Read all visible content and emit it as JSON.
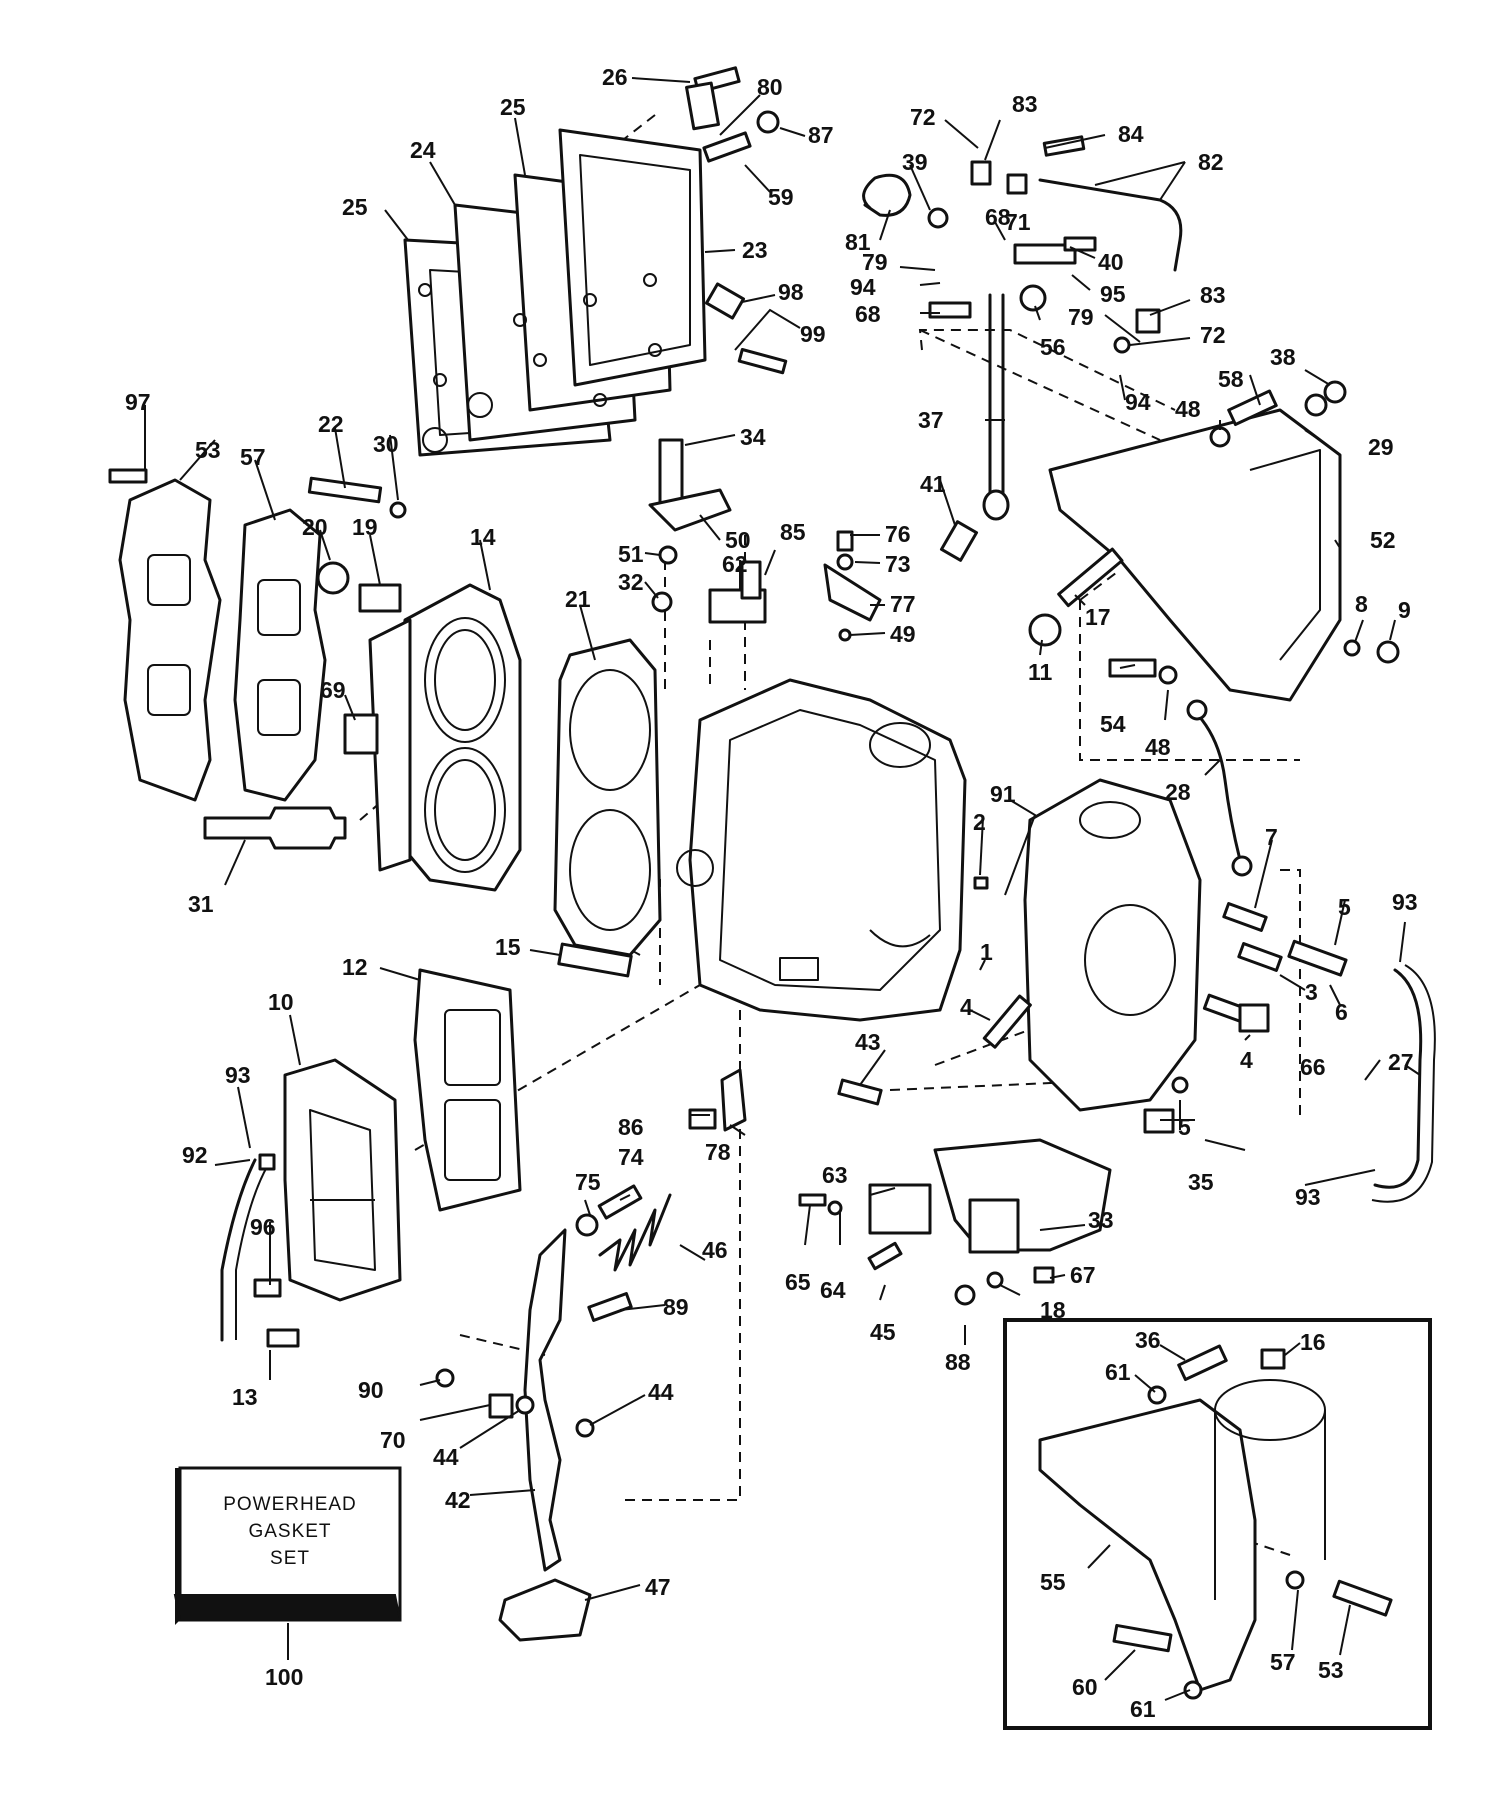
{
  "callouts": [
    {
      "id": "c1",
      "text": "26"
    },
    {
      "id": "c2",
      "text": "80"
    },
    {
      "id": "c3",
      "text": "87"
    },
    {
      "id": "c4",
      "text": "59"
    },
    {
      "id": "c5",
      "text": "25"
    },
    {
      "id": "c6",
      "text": "24"
    },
    {
      "id": "c7",
      "text": "25"
    },
    {
      "id": "c8",
      "text": "23"
    },
    {
      "id": "c9",
      "text": "98"
    },
    {
      "id": "c10",
      "text": "99"
    },
    {
      "id": "c11",
      "text": "72"
    },
    {
      "id": "c12",
      "text": "83"
    },
    {
      "id": "c13",
      "text": "84"
    },
    {
      "id": "c14",
      "text": "82"
    },
    {
      "id": "c15",
      "text": "39"
    },
    {
      "id": "c16",
      "text": "71"
    },
    {
      "id": "c17",
      "text": "81"
    },
    {
      "id": "c18",
      "text": "68"
    },
    {
      "id": "c19",
      "text": "40"
    },
    {
      "id": "c20",
      "text": "79"
    },
    {
      "id": "c21",
      "text": "94"
    },
    {
      "id": "c22",
      "text": "95"
    },
    {
      "id": "c23",
      "text": "68"
    },
    {
      "id": "c24",
      "text": "56"
    },
    {
      "id": "c25",
      "text": "83"
    },
    {
      "id": "c26",
      "text": "79"
    },
    {
      "id": "c27",
      "text": "72"
    },
    {
      "id": "c28",
      "text": "94"
    },
    {
      "id": "c29",
      "text": "37"
    },
    {
      "id": "c30",
      "text": "38"
    },
    {
      "id": "c31",
      "text": "58"
    },
    {
      "id": "c32",
      "text": "48"
    },
    {
      "id": "c33",
      "text": "29"
    },
    {
      "id": "c34",
      "text": "97"
    },
    {
      "id": "c35",
      "text": "53"
    },
    {
      "id": "c36",
      "text": "57"
    },
    {
      "id": "c37",
      "text": "22"
    },
    {
      "id": "c38",
      "text": "30"
    },
    {
      "id": "c39",
      "text": "20"
    },
    {
      "id": "c40",
      "text": "19"
    },
    {
      "id": "c41",
      "text": "14"
    },
    {
      "id": "c42",
      "text": "34"
    },
    {
      "id": "c43",
      "text": "41"
    },
    {
      "id": "c44",
      "text": "76"
    },
    {
      "id": "c45",
      "text": "73"
    },
    {
      "id": "c46",
      "text": "77"
    },
    {
      "id": "c47",
      "text": "49"
    },
    {
      "id": "c48",
      "text": "50"
    },
    {
      "id": "c49",
      "text": "51"
    },
    {
      "id": "c50",
      "text": "32"
    },
    {
      "id": "c51",
      "text": "62"
    },
    {
      "id": "c52",
      "text": "85"
    },
    {
      "id": "c53",
      "text": "21"
    },
    {
      "id": "c54",
      "text": "17"
    },
    {
      "id": "c55",
      "text": "52"
    },
    {
      "id": "c56",
      "text": "8"
    },
    {
      "id": "c57",
      "text": "9"
    },
    {
      "id": "c58",
      "text": "11"
    },
    {
      "id": "c59",
      "text": "54"
    },
    {
      "id": "c60",
      "text": "48"
    },
    {
      "id": "c61",
      "text": "28"
    },
    {
      "id": "c62",
      "text": "69"
    },
    {
      "id": "c63",
      "text": "31"
    },
    {
      "id": "c64",
      "text": "91"
    },
    {
      "id": "c65",
      "text": "2"
    },
    {
      "id": "c66",
      "text": "7"
    },
    {
      "id": "c67",
      "text": "5"
    },
    {
      "id": "c68",
      "text": "93"
    },
    {
      "id": "c69",
      "text": "1"
    },
    {
      "id": "c70",
      "text": "3"
    },
    {
      "id": "c71",
      "text": "6"
    },
    {
      "id": "c72",
      "text": "15"
    },
    {
      "id": "c73",
      "text": "12"
    },
    {
      "id": "c74",
      "text": "10"
    },
    {
      "id": "c75",
      "text": "4"
    },
    {
      "id": "c76",
      "text": "4"
    },
    {
      "id": "c77",
      "text": "66"
    },
    {
      "id": "c78",
      "text": "27"
    },
    {
      "id": "c79",
      "text": "43"
    },
    {
      "id": "c80",
      "text": "93"
    },
    {
      "id": "c81",
      "text": "92"
    },
    {
      "id": "c82",
      "text": "86"
    },
    {
      "id": "c83",
      "text": "78"
    },
    {
      "id": "c84",
      "text": "5"
    },
    {
      "id": "c85",
      "text": "35"
    },
    {
      "id": "c86",
      "text": "93"
    },
    {
      "id": "c87",
      "text": "63"
    },
    {
      "id": "c88",
      "text": "75"
    },
    {
      "id": "c89",
      "text": "74"
    },
    {
      "id": "c90",
      "text": "46"
    },
    {
      "id": "c91",
      "text": "33"
    },
    {
      "id": "c92",
      "text": "96"
    },
    {
      "id": "c93",
      "text": "65"
    },
    {
      "id": "c94",
      "text": "64"
    },
    {
      "id": "c95",
      "text": "67"
    },
    {
      "id": "c96",
      "text": "18"
    },
    {
      "id": "c97",
      "text": "45"
    },
    {
      "id": "c98",
      "text": "89"
    },
    {
      "id": "c99",
      "text": "13"
    },
    {
      "id": "c100",
      "text": "88"
    },
    {
      "id": "c101",
      "text": "90"
    },
    {
      "id": "c102",
      "text": "44"
    },
    {
      "id": "c103",
      "text": "70"
    },
    {
      "id": "c104",
      "text": "44"
    },
    {
      "id": "c105",
      "text": "36"
    },
    {
      "id": "c106",
      "text": "16"
    },
    {
      "id": "c107",
      "text": "61"
    },
    {
      "id": "c108",
      "text": "42"
    },
    {
      "id": "c109",
      "text": "47"
    },
    {
      "id": "c110",
      "text": "55"
    },
    {
      "id": "c111",
      "text": "57"
    },
    {
      "id": "c112",
      "text": "53"
    },
    {
      "id": "c113",
      "text": "60"
    },
    {
      "id": "c114",
      "text": "61"
    },
    {
      "id": "c115",
      "text": "100"
    }
  ],
  "gasket_box": {
    "line1": "POWERHEAD",
    "line2": "GASKET",
    "line3": "SET"
  }
}
